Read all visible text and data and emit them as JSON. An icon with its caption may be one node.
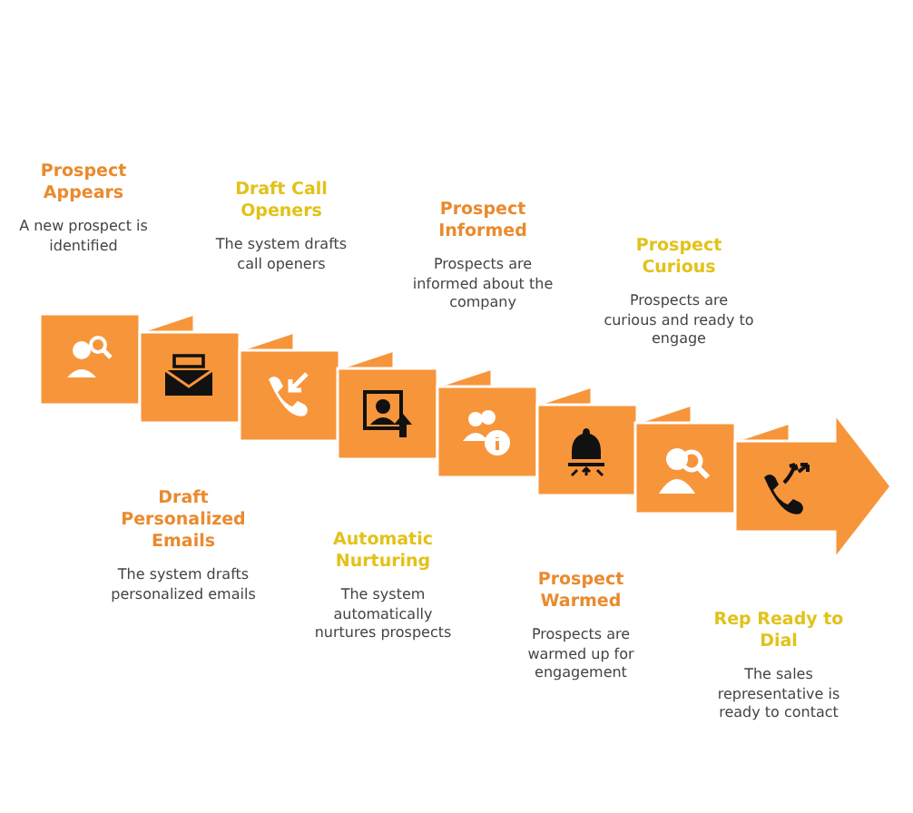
{
  "diagram": {
    "nodes": [
      {
        "text": [],
        "shape": "box",
        "beside": [
          "Prospect Appears",
          "A new prospect is identified"
        ]
      },
      {
        "text": [],
        "shape": "box",
        "beside": [
          "Draft Personalized Emails",
          "The system drafts personalized emails"
        ]
      },
      {
        "text": [],
        "shape": "box",
        "beside": [
          "Draft Call Openers",
          "The system drafts call openers"
        ]
      },
      {
        "text": [],
        "shape": "box",
        "beside": [
          "Automatic Nurturing",
          "The system automatically nurtures prospects"
        ]
      },
      {
        "text": [],
        "shape": "box",
        "beside": [
          "Prospect Informed",
          "Prospects are informed about the company"
        ]
      },
      {
        "text": [],
        "shape": "box",
        "beside": [
          "Prospect Warmed",
          "Prospects are warmed up for engagement"
        ]
      },
      {
        "text": [],
        "shape": "box",
        "beside": [
          "Prospect Curious",
          "Prospects are curious and ready to engage"
        ]
      },
      {
        "text": [],
        "shape": "arrow",
        "beside": [
          "Rep Ready to Dial",
          "The sales representative is ready to contact"
        ]
      }
    ]
  }
}
